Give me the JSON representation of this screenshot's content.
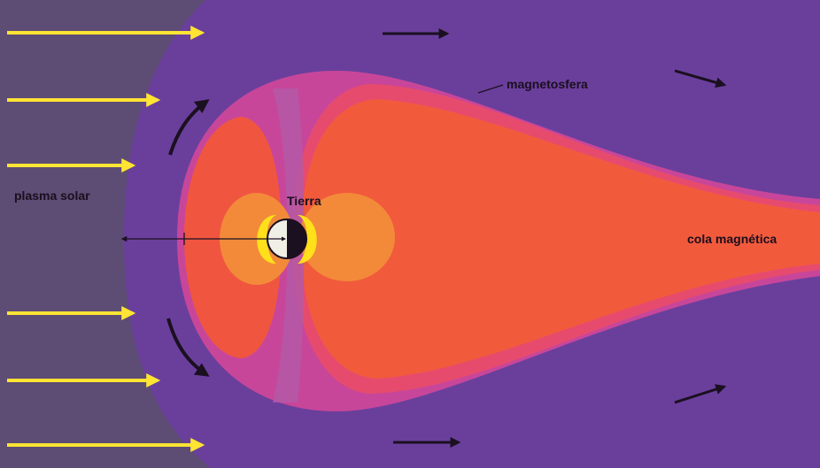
{
  "labels": {
    "magnetosphere": "magnetosfera",
    "solar_plasma": "plasma solar",
    "earth": "Tierra",
    "magnetic_tail": "cola magnética"
  },
  "colors": {
    "solar_wind_region": "#5d4c74",
    "outer_space": "#6a3f9c",
    "magnetosphere_outer": "#c8469a",
    "magnetosphere_band": "#e64b6e",
    "magnetosphere_core": "#f25a3c",
    "radiation_belt": "#f28a3a",
    "earth_glow": "#ffe01a",
    "solar_arrow": "#ffe433",
    "flow_arrow": "#1b1020"
  },
  "icons": [
    "solar-wind-arrow",
    "flow-arrow",
    "earth-icon"
  ]
}
